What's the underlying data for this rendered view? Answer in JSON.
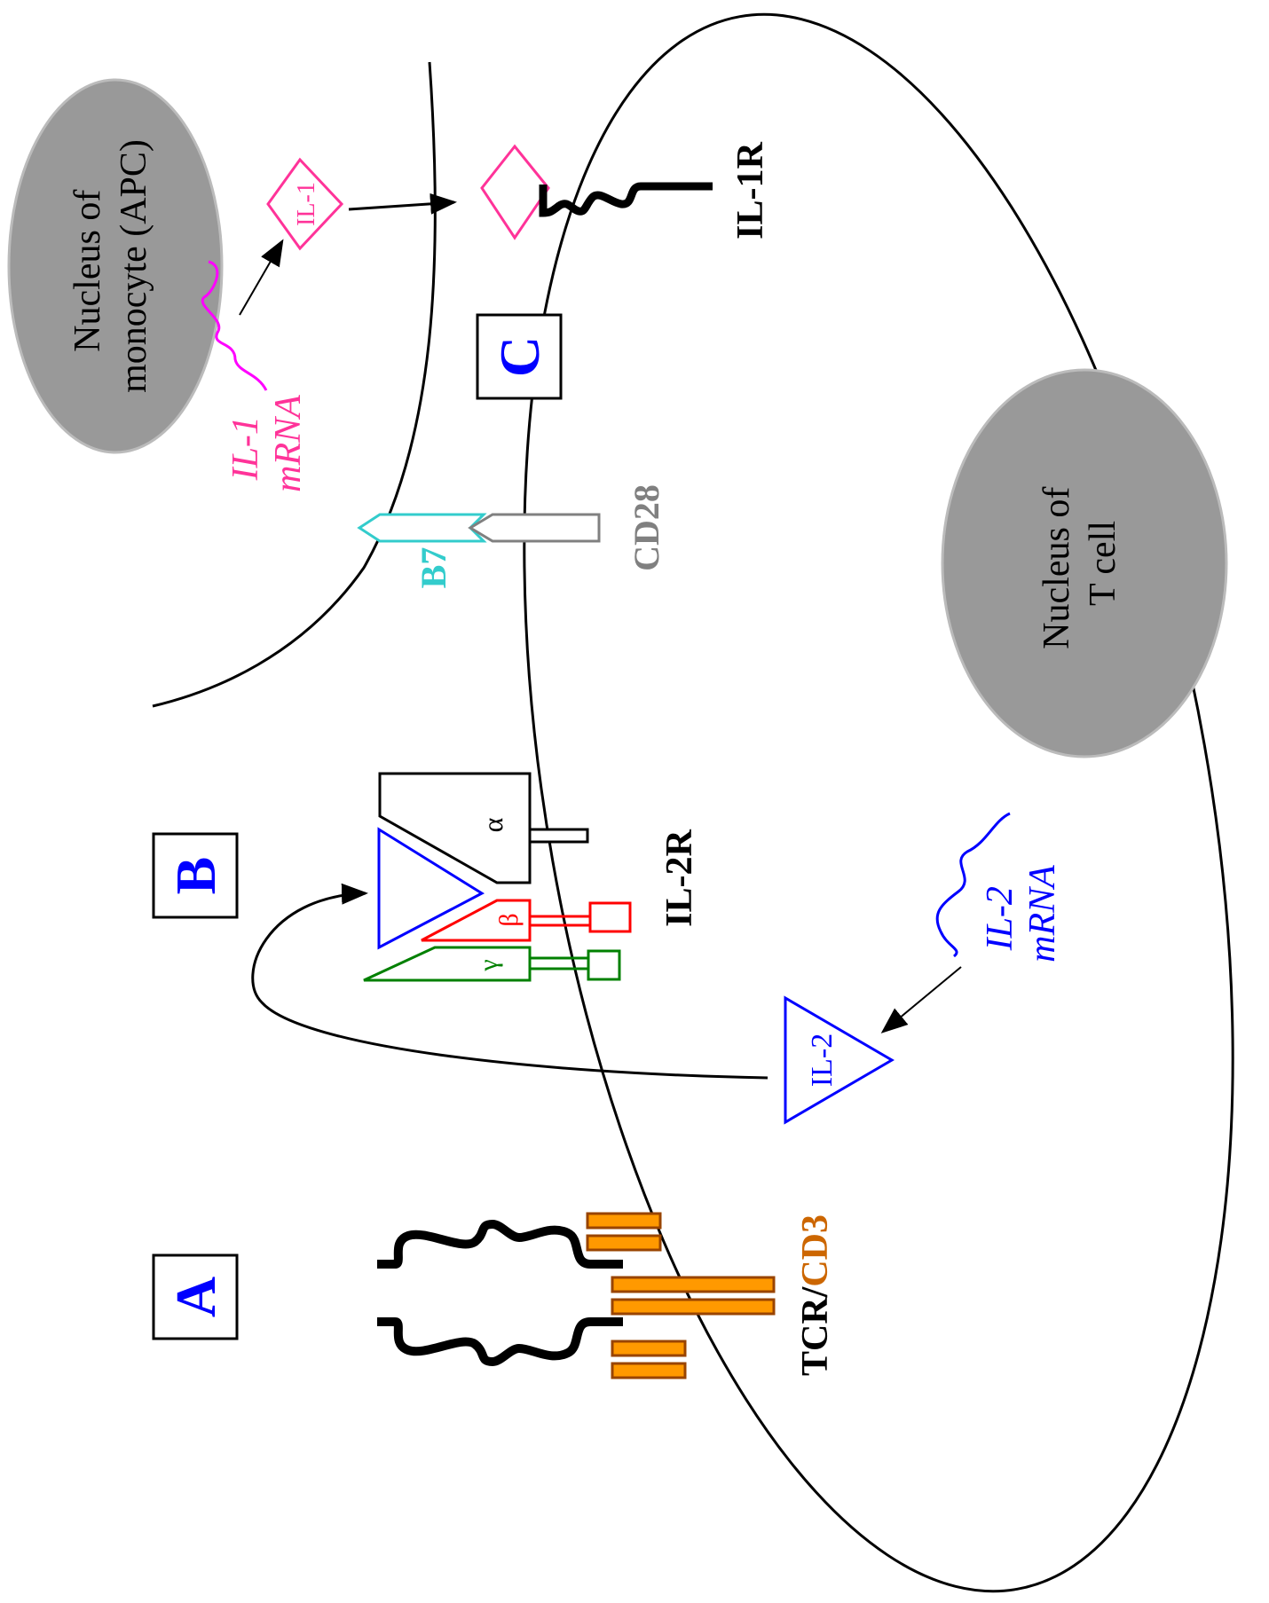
{
  "labels": {
    "nucleus_apc": [
      "Nucleus of",
      "monocyte (APC)"
    ],
    "nucleus_tcell": [
      "Nucleus of",
      "T cell"
    ],
    "il1_mrna": [
      "IL-1",
      "mRNA"
    ],
    "il2_mrna": [
      "IL-2",
      "mRNA"
    ],
    "il1": "IL-1",
    "il2": "IL-2",
    "il1r": "IL-1R",
    "il2r": "IL-2R",
    "b7": "B7",
    "cd28": "CD28",
    "tcr": "TCR/",
    "cd3": "CD3",
    "alpha": "α",
    "beta": "β",
    "gamma": "γ",
    "box_a": "A",
    "box_b": "B",
    "box_c": "C"
  },
  "colors": {
    "nucleus_fill": "#999999",
    "il1": "#ff3399",
    "il1_mrna": "#ff00ff",
    "il2": "#0000ff",
    "b7": "#33cccc",
    "cd28": "#808080",
    "cd3": "#ff9900",
    "cd3_text": "#cc6600",
    "beta": "#ff0000",
    "gamma": "#008000",
    "box_letters": "#0000ff"
  }
}
